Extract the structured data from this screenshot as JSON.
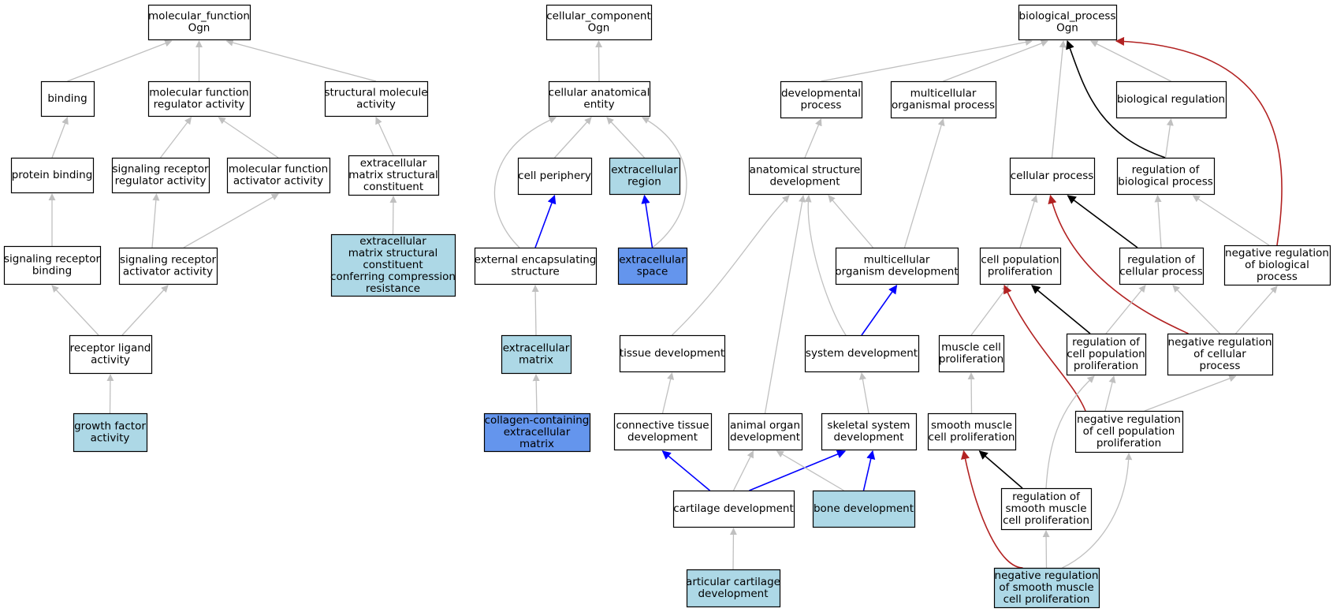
{
  "colors": {
    "node_fill": "#ffffff",
    "highlight_light": "#add8e6",
    "highlight_dark": "#6495ed",
    "edge_gray": "#c0c0c0",
    "edge_black": "#000000",
    "edge_blue": "#0000ff",
    "edge_red": "#b22222"
  },
  "nodes": [
    {
      "id": "mf",
      "lines": [
        "molecular_function",
        "Ogn"
      ],
      "fill": "white"
    },
    {
      "id": "binding",
      "lines": [
        "binding"
      ],
      "fill": "white"
    },
    {
      "id": "mfreg",
      "lines": [
        "molecular function",
        "regulator activity"
      ],
      "fill": "white"
    },
    {
      "id": "structmol",
      "lines": [
        "structural molecule",
        "activity"
      ],
      "fill": "white"
    },
    {
      "id": "protbind",
      "lines": [
        "protein binding"
      ],
      "fill": "white"
    },
    {
      "id": "sigrecreg",
      "lines": [
        "signaling receptor",
        "regulator activity"
      ],
      "fill": "white"
    },
    {
      "id": "mfact",
      "lines": [
        "molecular function",
        "activator activity"
      ],
      "fill": "white"
    },
    {
      "id": "ecmsc",
      "lines": [
        "extracellular",
        "matrix structural",
        "constituent"
      ],
      "fill": "white"
    },
    {
      "id": "sigrecbind",
      "lines": [
        "signaling receptor",
        "binding"
      ],
      "fill": "white"
    },
    {
      "id": "sigrecact",
      "lines": [
        "signaling receptor",
        "activator activity"
      ],
      "fill": "white"
    },
    {
      "id": "ecmscc",
      "lines": [
        "extracellular",
        "matrix structural",
        "constituent",
        "conferring compression",
        "resistance"
      ],
      "fill": "light"
    },
    {
      "id": "recligand",
      "lines": [
        "receptor ligand",
        "activity"
      ],
      "fill": "white"
    },
    {
      "id": "growth",
      "lines": [
        "growth factor",
        "activity"
      ],
      "fill": "light"
    },
    {
      "id": "cc",
      "lines": [
        "cellular_component",
        "Ogn"
      ],
      "fill": "white"
    },
    {
      "id": "cae",
      "lines": [
        "cellular anatomical",
        "entity"
      ],
      "fill": "white"
    },
    {
      "id": "cellper",
      "lines": [
        "cell periphery"
      ],
      "fill": "white"
    },
    {
      "id": "ecregion",
      "lines": [
        "extracellular",
        "region"
      ],
      "fill": "light"
    },
    {
      "id": "extenc",
      "lines": [
        "external encapsulating",
        "structure"
      ],
      "fill": "white"
    },
    {
      "id": "ecspace",
      "lines": [
        "extracellular",
        "space"
      ],
      "fill": "dark"
    },
    {
      "id": "ecm",
      "lines": [
        "extracellular",
        "matrix"
      ],
      "fill": "light"
    },
    {
      "id": "collagen",
      "lines": [
        "collagen-containing",
        "extracellular",
        "matrix"
      ],
      "fill": "dark"
    },
    {
      "id": "bp",
      "lines": [
        "biological_process",
        "Ogn"
      ],
      "fill": "white"
    },
    {
      "id": "devproc",
      "lines": [
        "developmental",
        "process"
      ],
      "fill": "white"
    },
    {
      "id": "multiorg",
      "lines": [
        "multicellular",
        "organismal process"
      ],
      "fill": "white"
    },
    {
      "id": "bioreg",
      "lines": [
        "biological regulation"
      ],
      "fill": "white"
    },
    {
      "id": "anatdev",
      "lines": [
        "anatomical structure",
        "development"
      ],
      "fill": "white"
    },
    {
      "id": "cellproc",
      "lines": [
        "cellular process"
      ],
      "fill": "white"
    },
    {
      "id": "regbio",
      "lines": [
        "regulation of",
        "biological process"
      ],
      "fill": "white"
    },
    {
      "id": "multidev",
      "lines": [
        "multicellular",
        "organism development"
      ],
      "fill": "white"
    },
    {
      "id": "cellpop",
      "lines": [
        "cell population",
        "proliferation"
      ],
      "fill": "white"
    },
    {
      "id": "regcell",
      "lines": [
        "regulation of",
        "cellular process"
      ],
      "fill": "white"
    },
    {
      "id": "negregbio",
      "lines": [
        "negative regulation",
        "of biological",
        "process"
      ],
      "fill": "white"
    },
    {
      "id": "tissuedev",
      "lines": [
        "tissue development"
      ],
      "fill": "white"
    },
    {
      "id": "sysdev",
      "lines": [
        "system development"
      ],
      "fill": "white"
    },
    {
      "id": "musclecell",
      "lines": [
        "muscle cell",
        "proliferation"
      ],
      "fill": "white"
    },
    {
      "id": "regcellpop",
      "lines": [
        "regulation of",
        "cell population",
        "proliferation"
      ],
      "fill": "white"
    },
    {
      "id": "negregcell",
      "lines": [
        "negative regulation",
        "of cellular",
        "process"
      ],
      "fill": "white"
    },
    {
      "id": "conntis",
      "lines": [
        "connective tissue",
        "development"
      ],
      "fill": "white"
    },
    {
      "id": "animorg",
      "lines": [
        "animal organ",
        "development"
      ],
      "fill": "white"
    },
    {
      "id": "skeletal",
      "lines": [
        "skeletal system",
        "development"
      ],
      "fill": "white"
    },
    {
      "id": "smooth",
      "lines": [
        "smooth muscle",
        "cell proliferation"
      ],
      "fill": "white"
    },
    {
      "id": "negregcellpop",
      "lines": [
        "negative regulation",
        "of cell population",
        "proliferation"
      ],
      "fill": "white"
    },
    {
      "id": "cartilage",
      "lines": [
        "cartilage development"
      ],
      "fill": "white"
    },
    {
      "id": "bone",
      "lines": [
        "bone development"
      ],
      "fill": "light"
    },
    {
      "id": "regsmooth",
      "lines": [
        "regulation of",
        "smooth muscle",
        "cell proliferation"
      ],
      "fill": "white"
    },
    {
      "id": "articular",
      "lines": [
        "articular cartilage",
        "development"
      ],
      "fill": "light"
    },
    {
      "id": "negregsmooth",
      "lines": [
        "negative regulation",
        "of smooth muscle",
        "cell proliferation"
      ],
      "fill": "light"
    }
  ],
  "edges": [
    {
      "from": "binding",
      "to": "mf",
      "kind": "is_a"
    },
    {
      "from": "mfreg",
      "to": "mf",
      "kind": "is_a"
    },
    {
      "from": "structmol",
      "to": "mf",
      "kind": "is_a"
    },
    {
      "from": "protbind",
      "to": "binding",
      "kind": "is_a"
    },
    {
      "from": "sigrecreg",
      "to": "mfreg",
      "kind": "is_a"
    },
    {
      "from": "mfact",
      "to": "mfreg",
      "kind": "is_a"
    },
    {
      "from": "ecmsc",
      "to": "structmol",
      "kind": "is_a"
    },
    {
      "from": "sigrecbind",
      "to": "protbind",
      "kind": "is_a"
    },
    {
      "from": "sigrecact",
      "to": "sigrecreg",
      "kind": "is_a"
    },
    {
      "from": "sigrecact",
      "to": "mfact",
      "kind": "is_a"
    },
    {
      "from": "ecmscc",
      "to": "ecmsc",
      "kind": "is_a"
    },
    {
      "from": "recligand",
      "to": "sigrecbind",
      "kind": "is_a"
    },
    {
      "from": "recligand",
      "to": "sigrecact",
      "kind": "is_a"
    },
    {
      "from": "growth",
      "to": "recligand",
      "kind": "is_a"
    },
    {
      "from": "cae",
      "to": "cc",
      "kind": "is_a"
    },
    {
      "from": "cellper",
      "to": "cae",
      "kind": "is_a"
    },
    {
      "from": "ecregion",
      "to": "cae",
      "kind": "is_a"
    },
    {
      "from": "extenc",
      "to": "cae",
      "kind": "is_a"
    },
    {
      "from": "ecspace",
      "to": "cae",
      "kind": "is_a"
    },
    {
      "from": "extenc",
      "to": "cellper",
      "kind": "part_of"
    },
    {
      "from": "ecspace",
      "to": "ecregion",
      "kind": "part_of"
    },
    {
      "from": "ecm",
      "to": "extenc",
      "kind": "is_a"
    },
    {
      "from": "collagen",
      "to": "ecm",
      "kind": "is_a"
    },
    {
      "from": "devproc",
      "to": "bp",
      "kind": "is_a"
    },
    {
      "from": "multiorg",
      "to": "bp",
      "kind": "is_a"
    },
    {
      "from": "bioreg",
      "to": "bp",
      "kind": "is_a"
    },
    {
      "from": "cellproc",
      "to": "bp",
      "kind": "is_a"
    },
    {
      "from": "regbio",
      "to": "bp",
      "kind": "regulates"
    },
    {
      "from": "negregbio",
      "to": "bp",
      "kind": "negatively_regulates"
    },
    {
      "from": "anatdev",
      "to": "devproc",
      "kind": "is_a"
    },
    {
      "from": "regbio",
      "to": "bioreg",
      "kind": "is_a"
    },
    {
      "from": "multidev",
      "to": "anatdev",
      "kind": "is_a"
    },
    {
      "from": "multidev",
      "to": "multiorg",
      "kind": "is_a"
    },
    {
      "from": "tissuedev",
      "to": "anatdev",
      "kind": "is_a"
    },
    {
      "from": "sysdev",
      "to": "anatdev",
      "kind": "is_a"
    },
    {
      "from": "animorg",
      "to": "anatdev",
      "kind": "is_a"
    },
    {
      "from": "sysdev",
      "to": "multidev",
      "kind": "part_of"
    },
    {
      "from": "cellpop",
      "to": "cellproc",
      "kind": "is_a"
    },
    {
      "from": "regcell",
      "to": "cellproc",
      "kind": "regulates"
    },
    {
      "from": "negregcell",
      "to": "cellproc",
      "kind": "negatively_regulates"
    },
    {
      "from": "regcell",
      "to": "regbio",
      "kind": "is_a"
    },
    {
      "from": "negregbio",
      "to": "regbio",
      "kind": "is_a"
    },
    {
      "from": "musclecell",
      "to": "cellpop",
      "kind": "is_a"
    },
    {
      "from": "regcellpop",
      "to": "cellpop",
      "kind": "regulates"
    },
    {
      "from": "negregcellpop",
      "to": "cellpop",
      "kind": "negatively_regulates"
    },
    {
      "from": "regcellpop",
      "to": "regcell",
      "kind": "is_a"
    },
    {
      "from": "negregcell",
      "to": "regcell",
      "kind": "is_a"
    },
    {
      "from": "negregcell",
      "to": "negregbio",
      "kind": "is_a"
    },
    {
      "from": "conntis",
      "to": "tissuedev",
      "kind": "is_a"
    },
    {
      "from": "skeletal",
      "to": "sysdev",
      "kind": "is_a"
    },
    {
      "from": "smooth",
      "to": "musclecell",
      "kind": "is_a"
    },
    {
      "from": "negregcellpop",
      "to": "regcellpop",
      "kind": "is_a"
    },
    {
      "from": "negregcellpop",
      "to": "negregcell",
      "kind": "is_a"
    },
    {
      "from": "cartilage",
      "to": "conntis",
      "kind": "part_of"
    },
    {
      "from": "cartilage",
      "to": "animorg",
      "kind": "is_a"
    },
    {
      "from": "cartilage",
      "to": "skeletal",
      "kind": "part_of"
    },
    {
      "from": "bone",
      "to": "animorg",
      "kind": "is_a"
    },
    {
      "from": "bone",
      "to": "skeletal",
      "kind": "part_of"
    },
    {
      "from": "regsmooth",
      "to": "smooth",
      "kind": "regulates"
    },
    {
      "from": "regsmooth",
      "to": "regcellpop",
      "kind": "is_a"
    },
    {
      "from": "articular",
      "to": "cartilage",
      "kind": "is_a"
    },
    {
      "from": "negregsmooth",
      "to": "smooth",
      "kind": "negatively_regulates"
    },
    {
      "from": "negregsmooth",
      "to": "regsmooth",
      "kind": "is_a"
    },
    {
      "from": "negregsmooth",
      "to": "negregcellpop",
      "kind": "is_a"
    }
  ]
}
